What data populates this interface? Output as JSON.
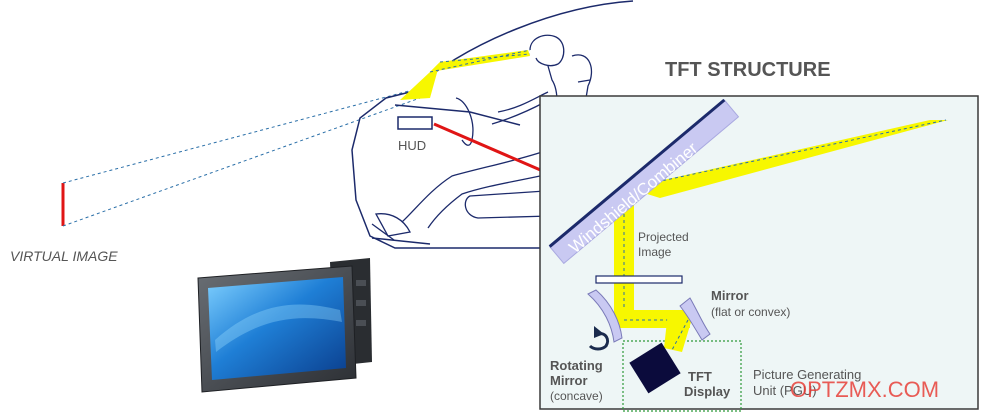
{
  "title": "TFT STRUCTURE",
  "labels": {
    "virtual_image": "VIRTUAL IMAGE",
    "hud": "HUD",
    "combiner": "Windshield/Combiner",
    "projected_1": "Projected",
    "projected_2": "Image",
    "mirror_title": "Mirror",
    "mirror_sub": "(flat or convex)",
    "rot_1": "Rotating",
    "rot_2": "Mirror",
    "rot_3": "(concave)",
    "tft_1": "TFT",
    "tft_2": "Display",
    "pgu_1": "Picture Generating",
    "pgu_2": "Unit (PGU)",
    "watermark": "OPTZMX.COM"
  },
  "colors": {
    "beam": "#f7f700",
    "panel_bg": "#eef6f6",
    "combiner_fill": "#c9c9f2",
    "combiner_edge": "#1c2a6b",
    "red": "#e01515",
    "pgu_box": "#2e9a3a",
    "watermark": "#e8413a",
    "display": "#0b0b3c"
  },
  "icons": {
    "rotate_arrow": "curved-arrow-icon",
    "monitor": "monitor-icon"
  }
}
